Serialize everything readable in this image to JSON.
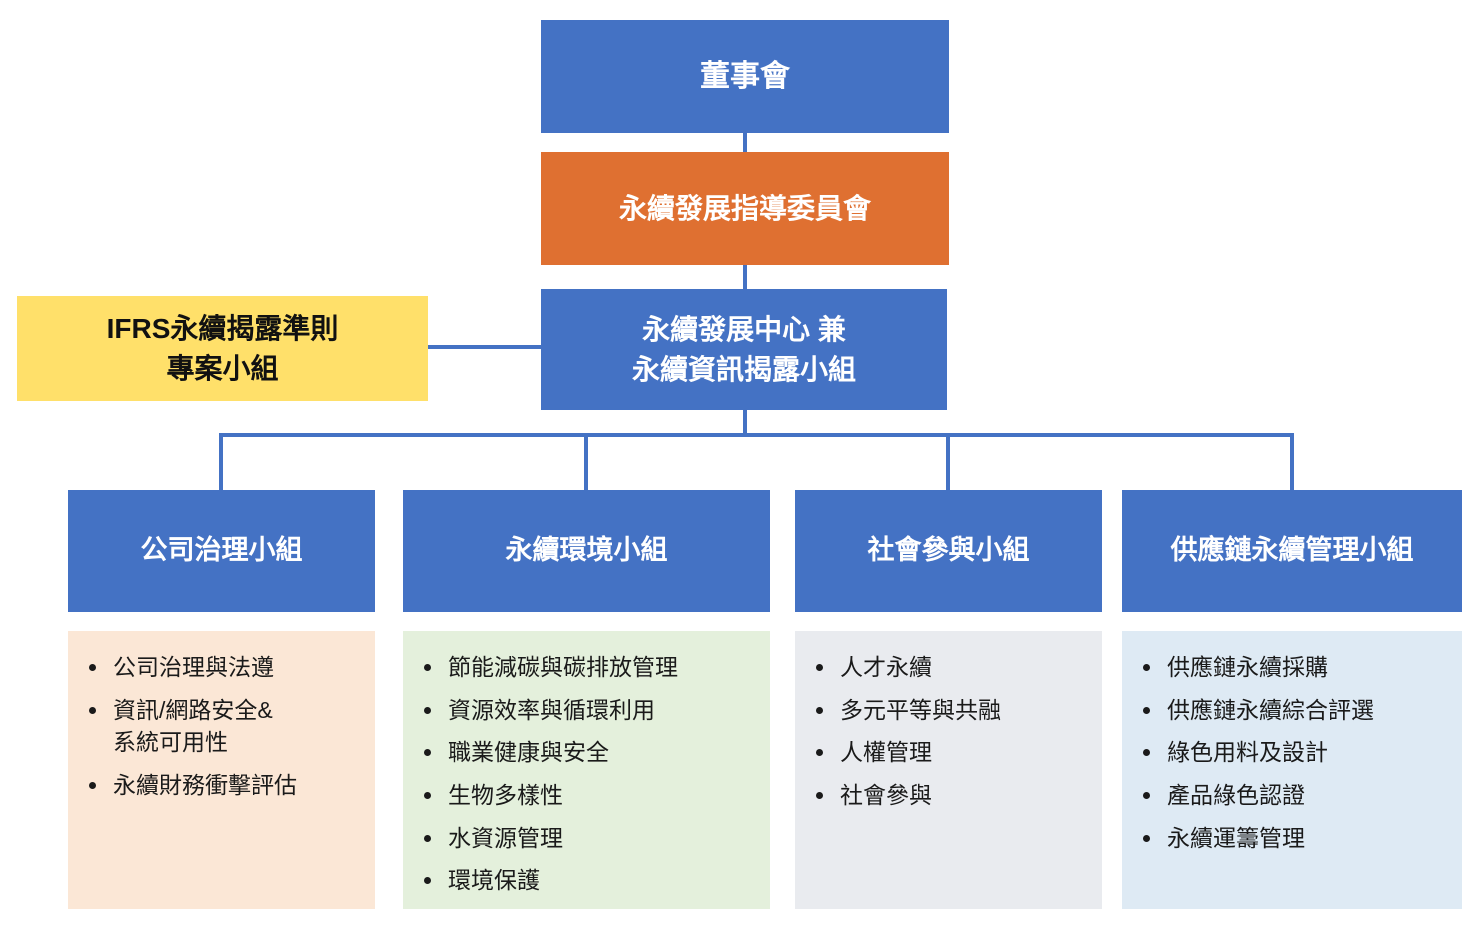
{
  "chart": {
    "board": {
      "label": "董事會"
    },
    "steering": {
      "label": "永續發展指導委員會"
    },
    "center": {
      "label": "永續發展中心 兼\n永續資訊揭露小組"
    },
    "ifrs": {
      "label": "IFRS永續揭露準則\n專案小組"
    },
    "teams": [
      {
        "label": "公司治理小組",
        "items": [
          "公司治理與法遵",
          "資訊/網路安全&\n系統可用性",
          "永續財務衝擊評估"
        ]
      },
      {
        "label": "永續環境小組",
        "items": [
          "節能減碳與碳排放管理",
          "資源效率與循環利用",
          "職業健康與安全",
          "生物多樣性",
          "水資源管理",
          "環境保護"
        ]
      },
      {
        "label": "社會參與小組",
        "items": [
          "人才永續",
          "多元平等與共融",
          "人權管理",
          "社會參與"
        ]
      },
      {
        "label": "供應鏈永續管理小組",
        "items": [
          "供應鏈永續採購",
          "供應鏈永續綜合評選",
          "綠色用料及設計",
          "產品綠色認證",
          "永續運籌管理"
        ]
      }
    ],
    "colors": {
      "primary_blue": "#4472C4",
      "accent_orange": "#DF7031",
      "accent_yellow": "#FFE06A",
      "panel_peach": "#FBE7D6",
      "panel_green": "#E4F0DC",
      "panel_gray": "#E9EBEF",
      "panel_blue": "#DEEAF4",
      "connector": "#4472C4"
    }
  }
}
